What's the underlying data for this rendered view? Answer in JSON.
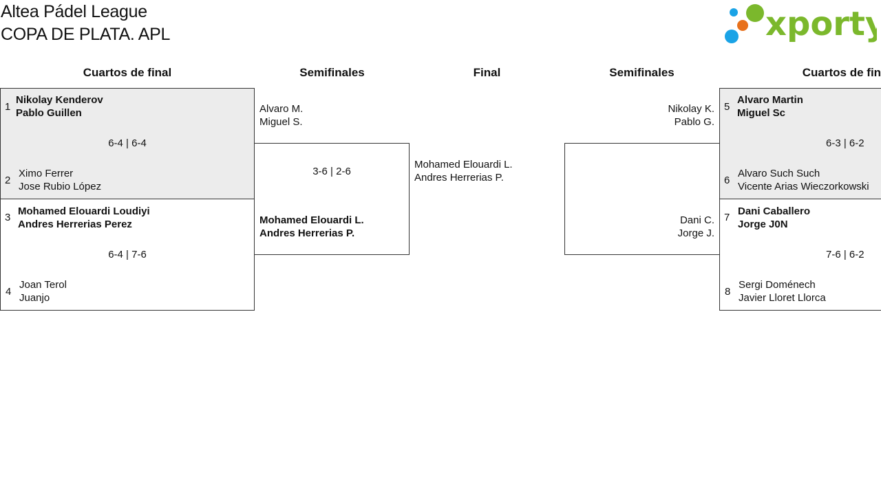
{
  "header": {
    "league": "Altea Pádel League",
    "cup": "COPA DE PLATA. APL",
    "logo_text": "xporty"
  },
  "colors": {
    "shade": "#ececec",
    "border": "#333333",
    "logo_green": "#7bb82c",
    "logo_blue": "#1aa3e6",
    "logo_orange": "#e8711c"
  },
  "columns": {
    "left_qf": "Cuartos de final",
    "left_sf": "Semifinales",
    "final": "Final",
    "right_sf": "Semifinales",
    "right_qf": "Cuartos de final"
  },
  "left_qf": [
    {
      "score": "6-4 | 6-4",
      "top": {
        "seed": "1",
        "p1": "Nikolay Kenderov",
        "p2": "Pablo Guillen"
      },
      "bottom": {
        "seed": "2",
        "p1": "Ximo Ferrer",
        "p2": "Jose Rubio López"
      }
    },
    {
      "score": "6-4 | 7-6",
      "top": {
        "seed": "3",
        "p1": "Mohamed Elouardi Loudiyi",
        "p2": "Andres Herrerias Perez"
      },
      "bottom": {
        "seed": "4",
        "p1": "Joan Terol",
        "p2": "Juanjo"
      }
    }
  ],
  "left_sf": {
    "score": "3-6 | 2-6",
    "top": {
      "p1": "Alvaro M.",
      "p2": "Miguel S."
    },
    "bottom": {
      "p1": "Mohamed Elouardi L.",
      "p2": "Andres Herrerias P."
    }
  },
  "final": {
    "p1": "Mohamed Elouardi L.",
    "p2": "Andres Herrerias P."
  },
  "right_sf": {
    "top": {
      "p1": "Nikolay K.",
      "p2": "Pablo G."
    },
    "bottom": {
      "p1": "Dani C.",
      "p2": "Jorge J."
    }
  },
  "right_qf": [
    {
      "score": "6-3 | 6-2",
      "top": {
        "seed": "5",
        "p1": "Alvaro Martin",
        "p2": "Miguel Sc"
      },
      "bottom": {
        "seed": "6",
        "p1": "Alvaro Such Such",
        "p2": "Vicente Arias Wieczorkowski"
      }
    },
    {
      "score": "7-6 | 6-2",
      "top": {
        "seed": "7",
        "p1": "Dani Caballero",
        "p2": "Jorge J0N"
      },
      "bottom": {
        "seed": "8",
        "p1": "Sergi Doménech",
        "p2": "Javier Lloret Llorca"
      }
    }
  ]
}
